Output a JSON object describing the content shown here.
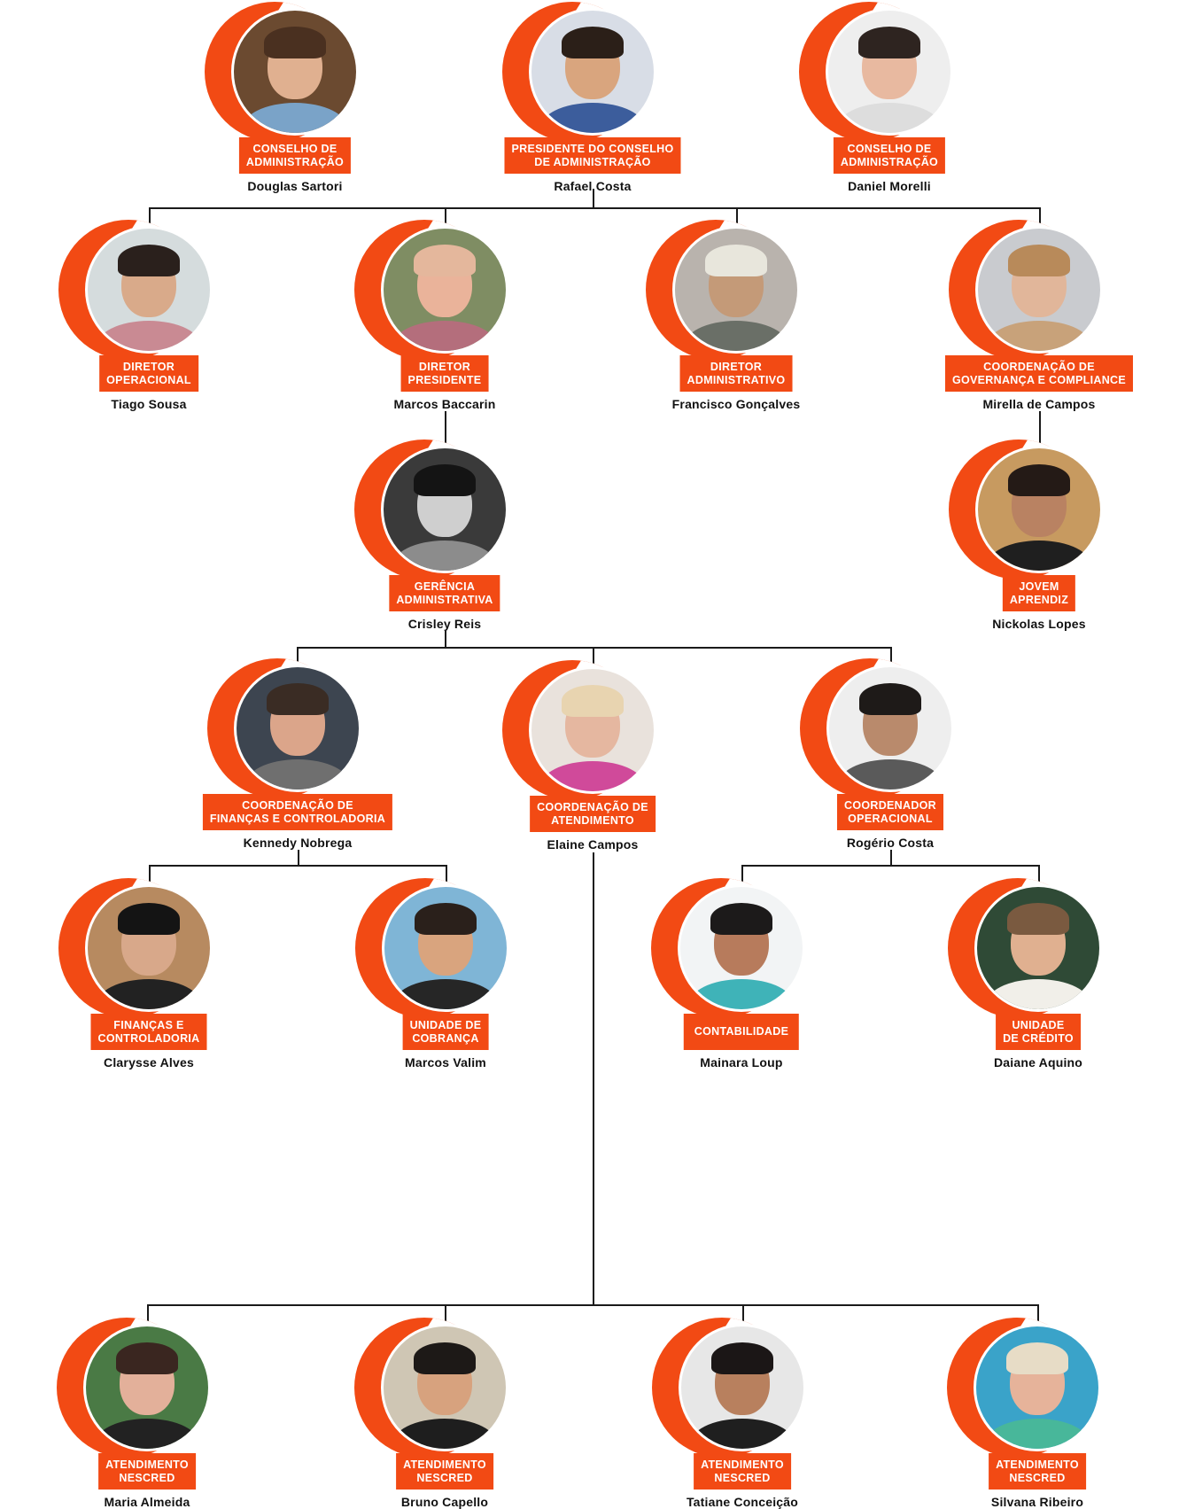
{
  "colors": {
    "accent": "#F24A14",
    "line": "#1a1a1a",
    "label_text": "#ffffff",
    "name_text": "#111111"
  },
  "nodes": {
    "douglas": {
      "role_line1": "CONSELHO DE",
      "role_line2": "ADMINISTRAÇÃO",
      "name": "Douglas Sartori",
      "photo_bg": "#6b4a30",
      "skin": "#e0b090",
      "hair": "#4a3020",
      "shirt": "#7aa3c8"
    },
    "rafael": {
      "role_line1": "PRESIDENTE DO CONSELHO",
      "role_line2": "DE ADMINISTRAÇÃO",
      "name": "Rafael Costa",
      "photo_bg": "#d8dde6",
      "skin": "#d9a57e",
      "hair": "#2b1f18",
      "shirt": "#3c5d9c"
    },
    "daniel": {
      "role_line1": "CONSELHO DE",
      "role_line2": "ADMINISTRAÇÃO",
      "name": "Daniel Morelli",
      "photo_bg": "#eeeeee",
      "skin": "#e8b9a0",
      "hair": "#2e2420",
      "shirt": "#dddddd"
    },
    "tiago": {
      "role_line1": "DIRETOR",
      "role_line2": "OPERACIONAL",
      "name": "Tiago Sousa",
      "photo_bg": "#d5dcdd",
      "skin": "#d9aa8a",
      "hair": "#2a201c",
      "shirt": "#c98a93"
    },
    "marcos_b": {
      "role_line1": "DIRETOR",
      "role_line2": "PRESIDENTE",
      "name": "Marcos Baccarin",
      "photo_bg": "#7f8d63",
      "skin": "#eab39a",
      "hair": "#e4b79c",
      "shirt": "#b46e7c"
    },
    "francisco": {
      "role_line1": "DIRETOR",
      "role_line2": "ADMINISTRATIVO",
      "name": "Francisco Gonçalves",
      "photo_bg": "#b9b3ad",
      "skin": "#c49a78",
      "hair": "#e8e6dc",
      "shirt": "#6a6f67"
    },
    "mirella": {
      "role_line1": "COORDENAÇÃO DE",
      "role_line2": "GOVERNANÇA E COMPLIANCE",
      "name": "Mirella de Campos",
      "photo_bg": "#c9cbcf",
      "skin": "#e1b69a",
      "hair": "#b88a5a",
      "shirt": "#c8a27a"
    },
    "crisley": {
      "role_line1": "GERÊNCIA",
      "role_line2": "ADMINISTRATIVA",
      "name": "Crisley Reis",
      "photo_bg": "#3a3a3a",
      "skin": "#cfcfcf",
      "hair": "#141414",
      "shirt": "#8c8c8c"
    },
    "nickolas": {
      "role_line1": "JOVEM",
      "role_line2": "APRENDIZ",
      "name": "Nickolas Lopes",
      "photo_bg": "#c79a60",
      "skin": "#b98262",
      "hair": "#241a16",
      "shirt": "#1f1f1f"
    },
    "kennedy": {
      "role_line1": "COORDENAÇÃO DE",
      "role_line2": "FINANÇAS E CONTROLADORIA",
      "name": "Kennedy Nobrega",
      "photo_bg": "#3d4550",
      "skin": "#dba58a",
      "hair": "#3a2c24",
      "shirt": "#6f6f6f"
    },
    "elaine": {
      "role_line1": "COORDENAÇÃO DE",
      "role_line2": "ATENDIMENTO",
      "name": "Elaine Campos",
      "photo_bg": "#e9e2dc",
      "skin": "#e5b7a0",
      "hair": "#e8d4b0",
      "shirt": "#d04a9a"
    },
    "rogerio": {
      "role_line1": "COORDENADOR",
      "role_line2": "OPERACIONAL",
      "name": "Rogério Costa",
      "photo_bg": "#eeeeee",
      "skin": "#b98a6c",
      "hair": "#1e1a18",
      "shirt": "#5a5a5a"
    },
    "clarysse": {
      "role_line1": "FINANÇAS E",
      "role_line2": "CONTROLADORIA",
      "name": "Clarysse Alves",
      "photo_bg": "#b78a60",
      "skin": "#d8a88a",
      "hair": "#141414",
      "shirt": "#222222"
    },
    "marcos_v": {
      "role_line1": "UNIDADE DE",
      "role_line2": "COBRANÇA",
      "name": "Marcos Valim",
      "photo_bg": "#7fb5d6",
      "skin": "#d9a47e",
      "hair": "#2a201b",
      "shirt": "#262626"
    },
    "mainara": {
      "role_line1": "CONTABILIDADE",
      "role_line2": "",
      "name": "Mainara Loup",
      "photo_bg": "#f2f4f5",
      "skin": "#b77b5c",
      "hair": "#1c1a1a",
      "shirt": "#3fb3b8"
    },
    "daiane": {
      "role_line1": "UNIDADE",
      "role_line2": "DE CRÉDITO",
      "name": "Daiane Aquino",
      "photo_bg": "#2f4a36",
      "skin": "#e0b090",
      "hair": "#7a5a40",
      "shirt": "#f1efe9"
    },
    "maria": {
      "role_line1": "ATENDIMENTO",
      "role_line2": "NESCRED",
      "name": "Maria Almeida",
      "photo_bg": "#4a7a45",
      "skin": "#e3b09a",
      "hair": "#3a2620",
      "shirt": "#222222"
    },
    "bruno": {
      "role_line1": "ATENDIMENTO",
      "role_line2": "NESCRED",
      "name": "Bruno Capello",
      "photo_bg": "#cfc6b4",
      "skin": "#d7a27e",
      "hair": "#1d1917",
      "shirt": "#1e1e1e"
    },
    "tatiane": {
      "role_line1": "ATENDIMENTO",
      "role_line2": "NESCRED",
      "name": "Tatiane Conceição",
      "photo_bg": "#e7e7e7",
      "skin": "#b8805e",
      "hair": "#1b1616",
      "shirt": "#1f1f1f"
    },
    "silvana": {
      "role_line1": "ATENDIMENTO",
      "role_line2": "NESCRED",
      "name": "Silvana Ribeiro",
      "photo_bg": "#3aa3c9",
      "skin": "#e6b39a",
      "hair": "#e7dcc6",
      "shirt": "#48b79a"
    }
  }
}
